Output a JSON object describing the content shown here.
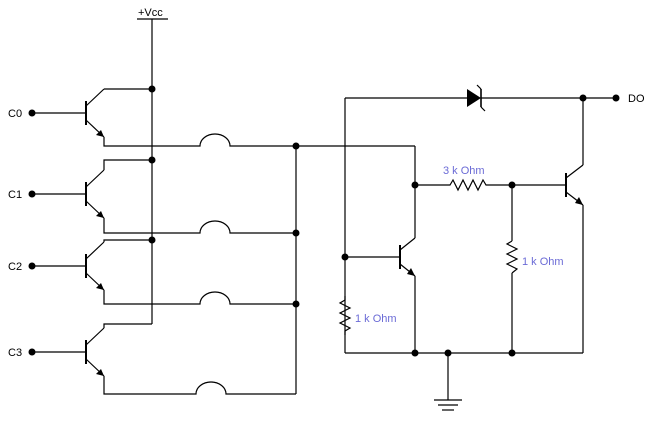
{
  "supply_label": "+Vcc",
  "inputs": [
    {
      "label": "C0"
    },
    {
      "label": "C1"
    },
    {
      "label": "C2"
    },
    {
      "label": "C3"
    }
  ],
  "output_label": "DO",
  "resistors": {
    "r_bias_left": "1 k Ohm",
    "r_series_top": "3 k Ohm",
    "r_bias_right": "1 k Ohm"
  },
  "colors": {
    "wire": "#000000",
    "resistor_label": "#6b6bd6"
  }
}
